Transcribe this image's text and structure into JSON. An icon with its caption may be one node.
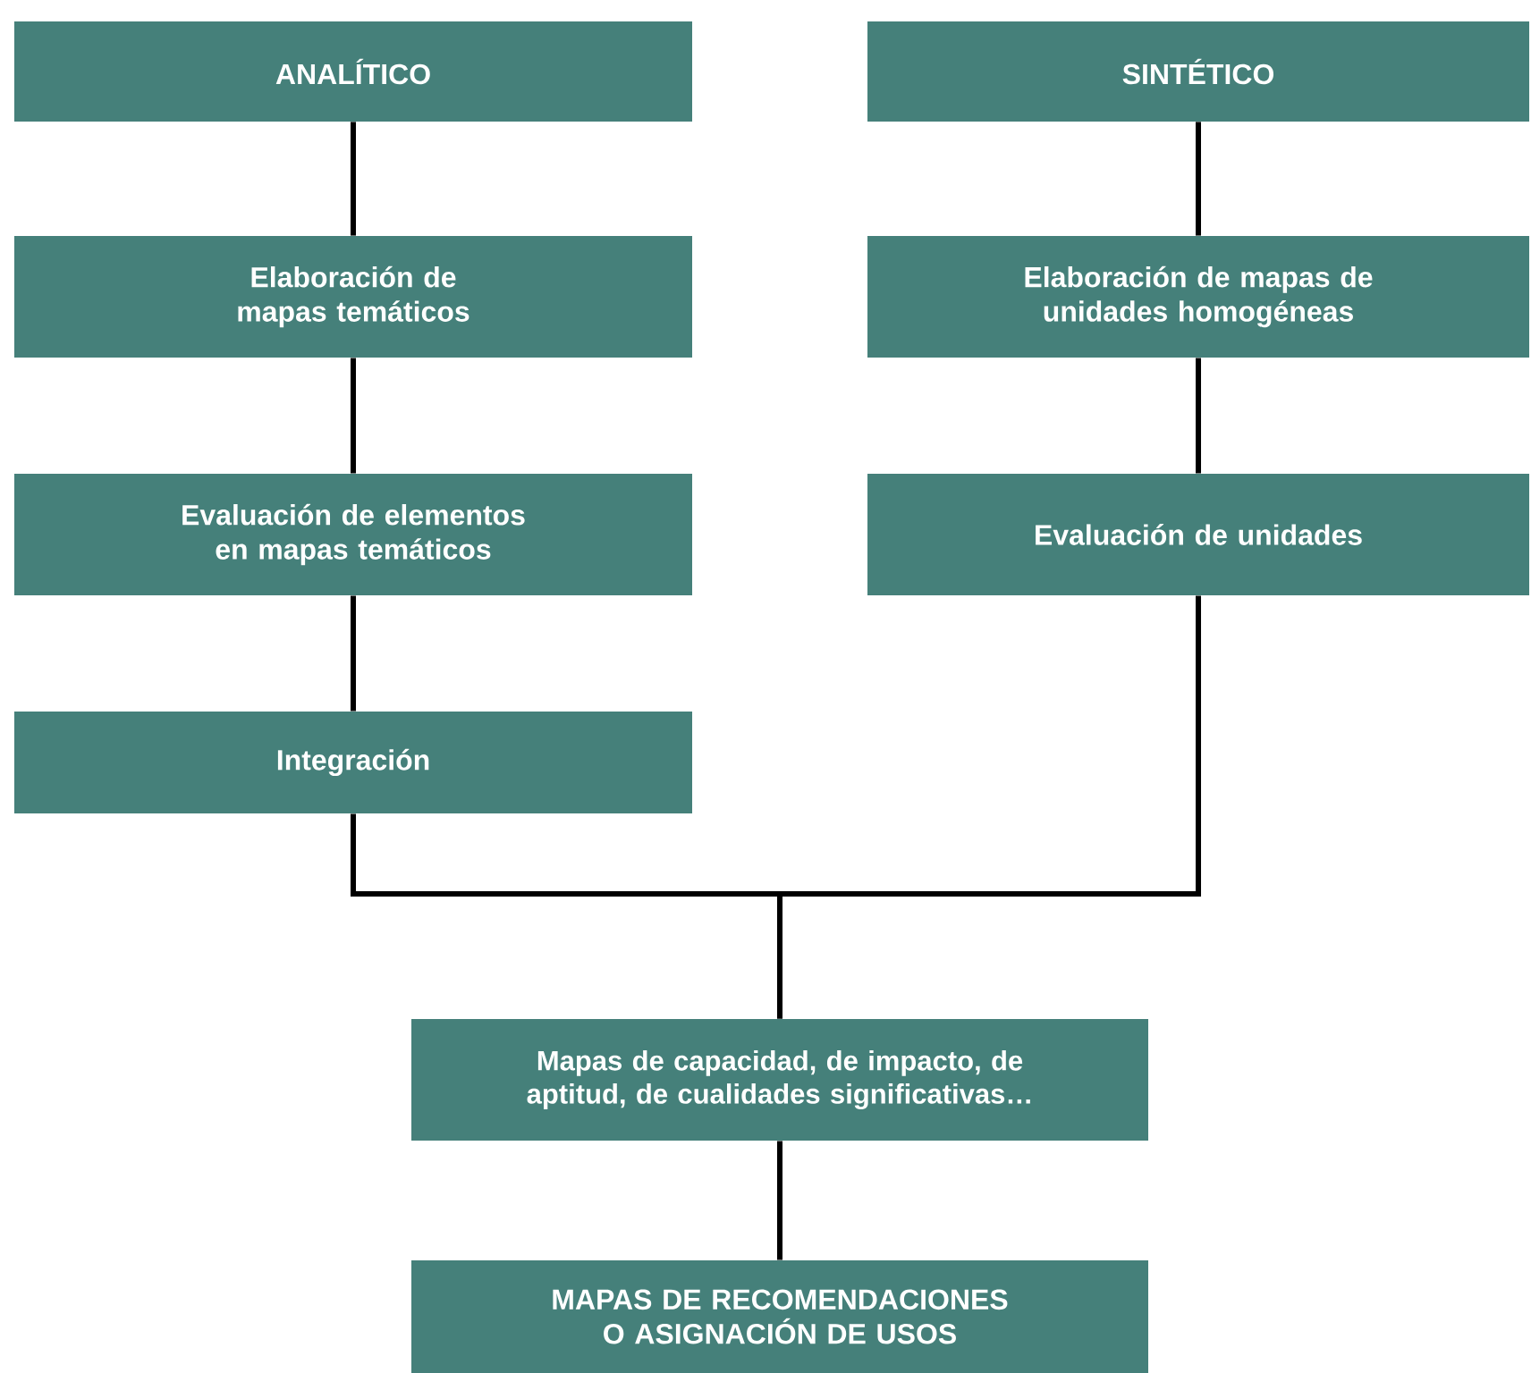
{
  "diagram": {
    "nodes": [
      {
        "text": [
          "ANALÍTICO"
        ]
      },
      {
        "text": [
          "SINTÉTICO"
        ]
      },
      {
        "text": [
          "Elaboración de mapas temáticos"
        ]
      },
      {
        "text": [
          "Elaboración de mapas de unidades homogéneas"
        ]
      },
      {
        "text": [
          "Evaluación de elementos en mapas temáticos"
        ]
      },
      {
        "text": [
          "Evaluación de unidades"
        ]
      },
      {
        "text": [
          "Integración"
        ]
      },
      {
        "text": [
          "Mapas de capacidad, de impacto, de aptitud, de cualidades significativas…"
        ]
      },
      {
        "text": [
          "MAPAS DE RECOMENDACIONES O ASIGNACIÓN DE USOS"
        ]
      }
    ],
    "edges": [
      {
        "from": 0,
        "to": 2,
        "arrow": "none"
      },
      {
        "from": 2,
        "to": 4,
        "arrow": "none"
      },
      {
        "from": 4,
        "to": 6,
        "arrow": "none"
      },
      {
        "from": 1,
        "to": 3,
        "arrow": "none"
      },
      {
        "from": 3,
        "to": 5,
        "arrow": "none"
      },
      {
        "from": 6,
        "to": 7,
        "arrow": "none"
      },
      {
        "from": 5,
        "to": 7,
        "arrow": "none"
      },
      {
        "from": 7,
        "to": 8,
        "arrow": "none"
      }
    ]
  }
}
